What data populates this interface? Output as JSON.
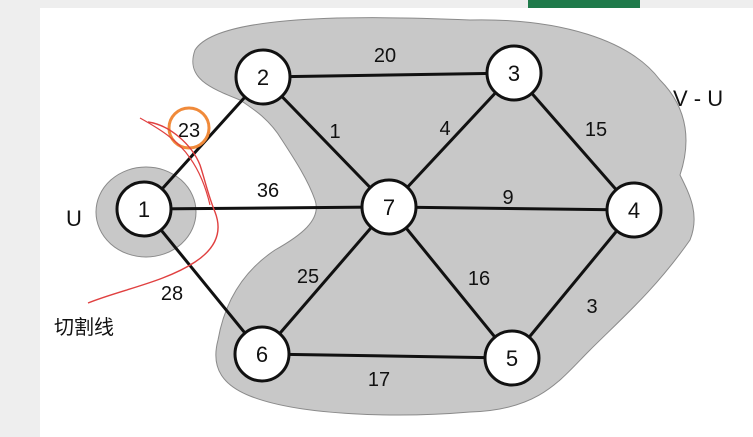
{
  "colors": {
    "region_fill": "#c8c8c8",
    "region_stroke": "#8a8a8a",
    "edge": "#111111",
    "node_fill": "#ffffff",
    "node_stroke": "#111111",
    "cut_line": "#e04040",
    "highlight_circle": "#f08a3a",
    "top_bar": "#eeeeee",
    "left_panel": "#eeeeee",
    "top_button": "#1f7a4a"
  },
  "labels": {
    "set_u": "U",
    "set_v_minus_u": "V - U",
    "cut_line": "切割线"
  },
  "nodes": [
    {
      "id": "1"
    },
    {
      "id": "2"
    },
    {
      "id": "3"
    },
    {
      "id": "4"
    },
    {
      "id": "5"
    },
    {
      "id": "6"
    },
    {
      "id": "7"
    }
  ],
  "edges": [
    {
      "from": "1",
      "to": "2",
      "weight": "23",
      "highlighted": true
    },
    {
      "from": "1",
      "to": "7",
      "weight": "36"
    },
    {
      "from": "1",
      "to": "6",
      "weight": "28"
    },
    {
      "from": "2",
      "to": "3",
      "weight": "20"
    },
    {
      "from": "2",
      "to": "7",
      "weight": "1"
    },
    {
      "from": "3",
      "to": "7",
      "weight": "4"
    },
    {
      "from": "3",
      "to": "4",
      "weight": "15"
    },
    {
      "from": "7",
      "to": "4",
      "weight": "9"
    },
    {
      "from": "7",
      "to": "6",
      "weight": "25"
    },
    {
      "from": "7",
      "to": "5",
      "weight": "16"
    },
    {
      "from": "4",
      "to": "5",
      "weight": "3"
    },
    {
      "from": "6",
      "to": "5",
      "weight": "17"
    }
  ]
}
